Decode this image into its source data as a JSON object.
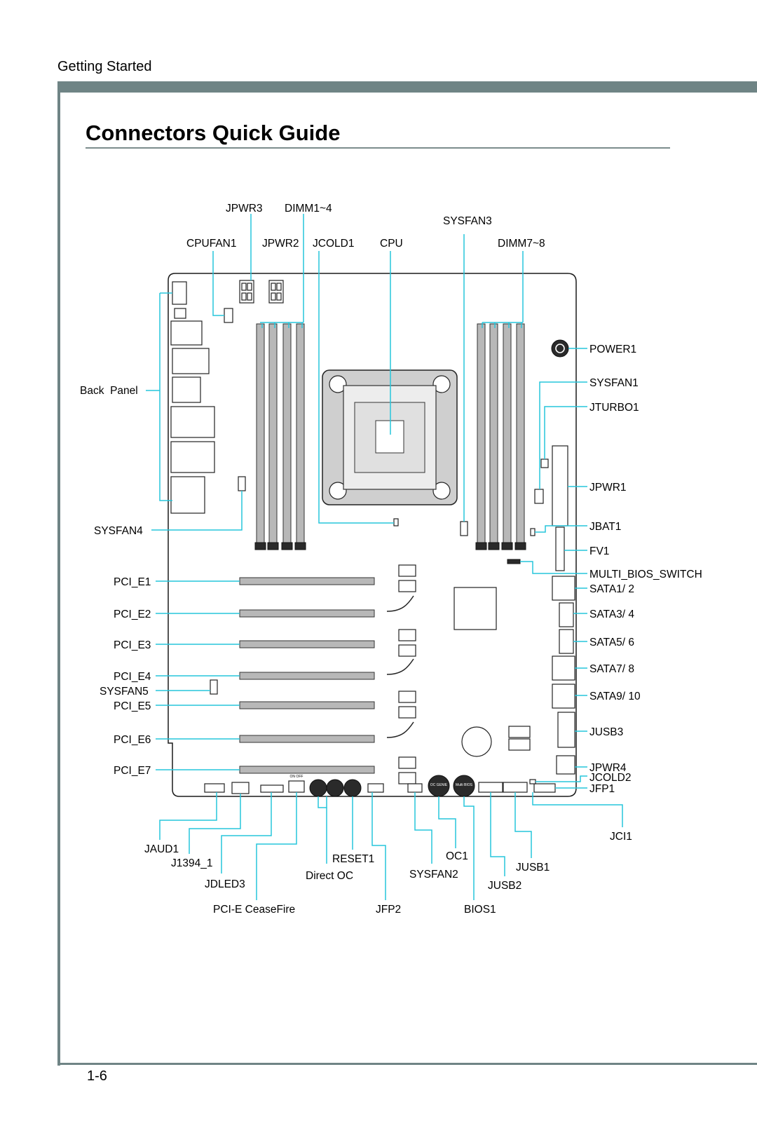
{
  "header": {
    "section": "Getting Started"
  },
  "title": "Connectors Quick Guide",
  "page_number": "1-6",
  "labels": {
    "jpwr3": "JPWR3",
    "dimm1_4": "DIMM1~4",
    "sysfan3": "SYSFAN3",
    "cpufan1": "CPUFAN1",
    "jpwr2": "JPWR2",
    "jcold1": "JCOLD1",
    "cpu": "CPU",
    "dimm7_8": "DIMM7~8",
    "power1": "POWER1",
    "sysfan1": "SYSFAN1",
    "jturbo1": "JTURBO1",
    "back_panel": "Back  Panel",
    "jpwr1": "JPWR1",
    "sysfan4": "SYSFAN4",
    "jbat1": "JBAT1",
    "fv1": "FV1",
    "multi_bios_switch": "MULTI_BIOS_SWITCH",
    "pci_e1": "PCI_E1",
    "sata1_2": "SATA1/ 2",
    "pci_e2": "PCI_E2",
    "sata3_4": "SATA3/ 4",
    "pci_e3": "PCI_E3",
    "sata5_6": "SATA5/ 6",
    "sata7_8": "SATA7/ 8",
    "pci_e4": "PCI_E4",
    "sysfan5": "SYSFAN5",
    "pci_e5": "PCI_E5",
    "sata9_10": "SATA9/ 10",
    "pci_e6": "PCI_E6",
    "jusb3": "JUSB3",
    "pci_e7": "PCI_E7",
    "jpwr4": "JPWR4",
    "jcold2": "JCOLD2",
    "jfp1": "JFP1",
    "jci1": "JCI1",
    "jaud1": "JAUD1",
    "reset1": "RESET1",
    "oc1": "OC1",
    "jusb1": "JUSB1",
    "j1394_1": "J1394_1",
    "direct_oc": "Direct OC",
    "sysfan2": "SYSFAN2",
    "jdled3": "JDLED3",
    "jusb2": "JUSB2",
    "pci_e_ceasefire": "PCI-E CeaseFire",
    "jfp2": "JFP2",
    "bios1": "BIOS1"
  },
  "board_text": {
    "oc_genie": "OC GENIE",
    "multi_bios": "Multi BIOS",
    "on_off": "ON OFF"
  },
  "colors": {
    "leader_line": "#27c6dc",
    "rule": "#6f8485"
  }
}
